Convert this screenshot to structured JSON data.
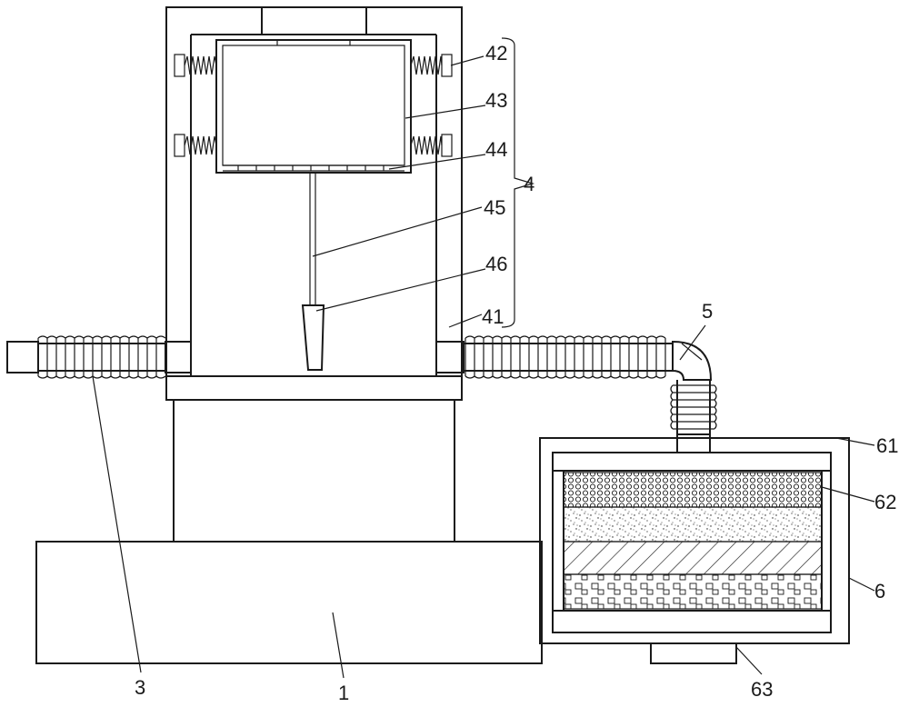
{
  "labels": {
    "l1": "1",
    "l3": "3",
    "l4": "4",
    "l41": "41",
    "l42": "42",
    "l43": "43",
    "l44": "44",
    "l45": "45",
    "l46": "46",
    "l5": "5",
    "l6": "6",
    "l61": "61",
    "l62": "62",
    "l63": "63"
  },
  "colors": {
    "stroke": "#1a1a1a",
    "background": "#ffffff"
  }
}
